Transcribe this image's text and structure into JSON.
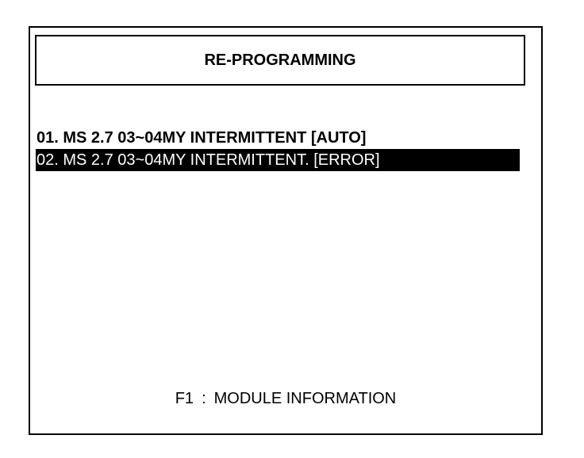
{
  "header": {
    "title": "RE-PROGRAMMING"
  },
  "menu": {
    "items": [
      {
        "label": "01. MS 2.7 03~04MY INTERMITTENT [AUTO]",
        "selected": false
      },
      {
        "label": "02. MS 2.7 03~04MY INTERMITTENT. [ERROR]",
        "selected": true
      }
    ]
  },
  "footer": {
    "key": "F1",
    "separator": ":",
    "action": "MODULE INFORMATION"
  },
  "colors": {
    "background": "#ffffff",
    "foreground": "#000000",
    "selection_background": "#000000",
    "selection_foreground": "#ffffff"
  }
}
